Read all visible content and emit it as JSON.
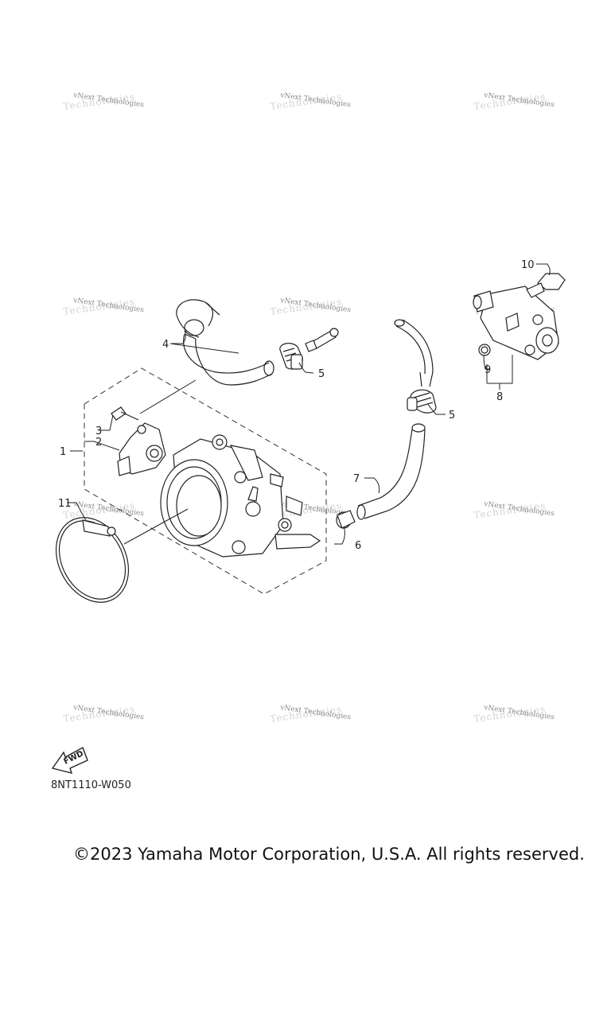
{
  "watermark": {
    "text": "vNext Technologies"
  },
  "callouts": {
    "c1": "1",
    "c2": "2",
    "c3": "3",
    "c4": "4",
    "c5a": "5",
    "c5b": "5",
    "c6": "6",
    "c7": "7",
    "c8": "8",
    "c9": "9",
    "c10": "10",
    "c11": "11"
  },
  "fwd_label": "FWD",
  "diagram_code": "8NT1110-W050",
  "copyright": "©2023 Yamaha Motor Corporation, U.S.A. All rights reserved.",
  "icons": {
    "direction": "fwd-arrow-icon"
  }
}
